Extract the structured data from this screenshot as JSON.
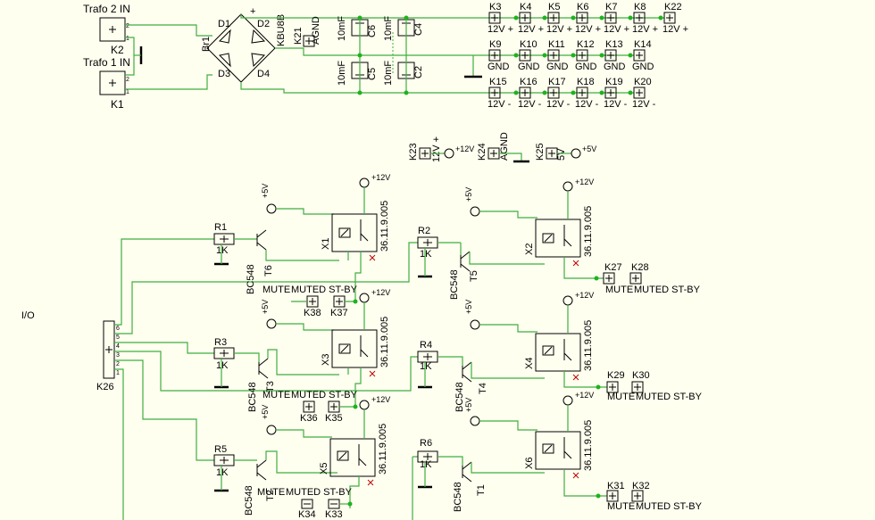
{
  "labels": {
    "trafo2": "Trafo 2 IN",
    "trafo1": "Trafo 1 IN",
    "k1": "K1",
    "k2": "K2",
    "br1": "Br1",
    "d1": "D1",
    "d2": "D2",
    "d3": "D3",
    "d4": "D4",
    "kbu": "KBU8B",
    "k21": "K21",
    "agnd": "AGND",
    "c10mf": "10mF",
    "c6": "C6",
    "c4": "C4",
    "c5": "C5",
    "c2": "C2",
    "io": "I/O",
    "k26": "K26",
    "k23": "K23",
    "k24": "K24",
    "k25": "K25",
    "p12": "12V +",
    "p5": "5V",
    "net12": "+12V",
    "net5": "+5V",
    "one_k": "1K",
    "bc548": "BC548",
    "relay": "36.11.9.005",
    "mute": "MUTE",
    "mutedst": "MUTED ST-BY",
    "pin1": "1",
    "pin2": "2",
    "pin3": "3",
    "pin4": "4",
    "pin5": "5",
    "pin6": "6"
  },
  "conn_top": {
    "row1": {
      "names": [
        "K3",
        "K4",
        "K5",
        "K6",
        "K7",
        "K8",
        "K22"
      ],
      "values": [
        "12V +",
        "12V +",
        "12V +",
        "12V +",
        "12V +",
        "12V +",
        "12V +"
      ]
    },
    "row2": {
      "names": [
        "K9",
        "K10",
        "K11",
        "K12",
        "K13",
        "K14"
      ],
      "values": [
        "GND",
        "GND",
        "GND",
        "GND",
        "GND",
        "GND"
      ]
    },
    "row3": {
      "names": [
        "K15",
        "K16",
        "K17",
        "K18",
        "K19",
        "K20"
      ],
      "values": [
        "12V -",
        "12V -",
        "12V -",
        "12V -",
        "12V -",
        "12V -"
      ]
    }
  },
  "channels": {
    "r1": "R1",
    "t6": "T6",
    "x1": "X1",
    "k38": "K38",
    "k37": "K37",
    "r2": "R2",
    "t5": "T5",
    "x2": "X2",
    "k27": "K27",
    "k28": "K28",
    "r3": "R3",
    "t3": "T3",
    "x3": "X3",
    "k36": "K36",
    "k35": "K35",
    "r4": "R4",
    "t4": "T4",
    "x4": "X4",
    "k29": "K29",
    "k30": "K30",
    "r5": "R5",
    "t2": "T2",
    "x5": "X5",
    "k34": "K34",
    "k33": "K33",
    "r6": "R6",
    "t1": "T1",
    "x6": "X6",
    "k31": "K31",
    "k32": "K32"
  }
}
